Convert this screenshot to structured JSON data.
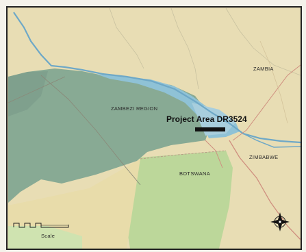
{
  "map": {
    "labels": {
      "country_zambia": "ZAMBIA",
      "region_zambezi": "ZAMBEZI REGION",
      "project_area": "Project Area DR3524",
      "country_zimbabwe": "ZIMBABWE",
      "country_botswana": "BOTSWANA",
      "scale": "Scale"
    },
    "colors": {
      "background_land": "#e9dfb8",
      "zambezi_region": "#88aa94",
      "floodplain_water": "#8fc2d6",
      "botswana_green": "#bcd79a",
      "river": "#6ea8c7",
      "road": "#cf8f7f",
      "project_bar": "#111111"
    },
    "icons": {
      "compass": "north-arrow-compass-icon"
    }
  }
}
